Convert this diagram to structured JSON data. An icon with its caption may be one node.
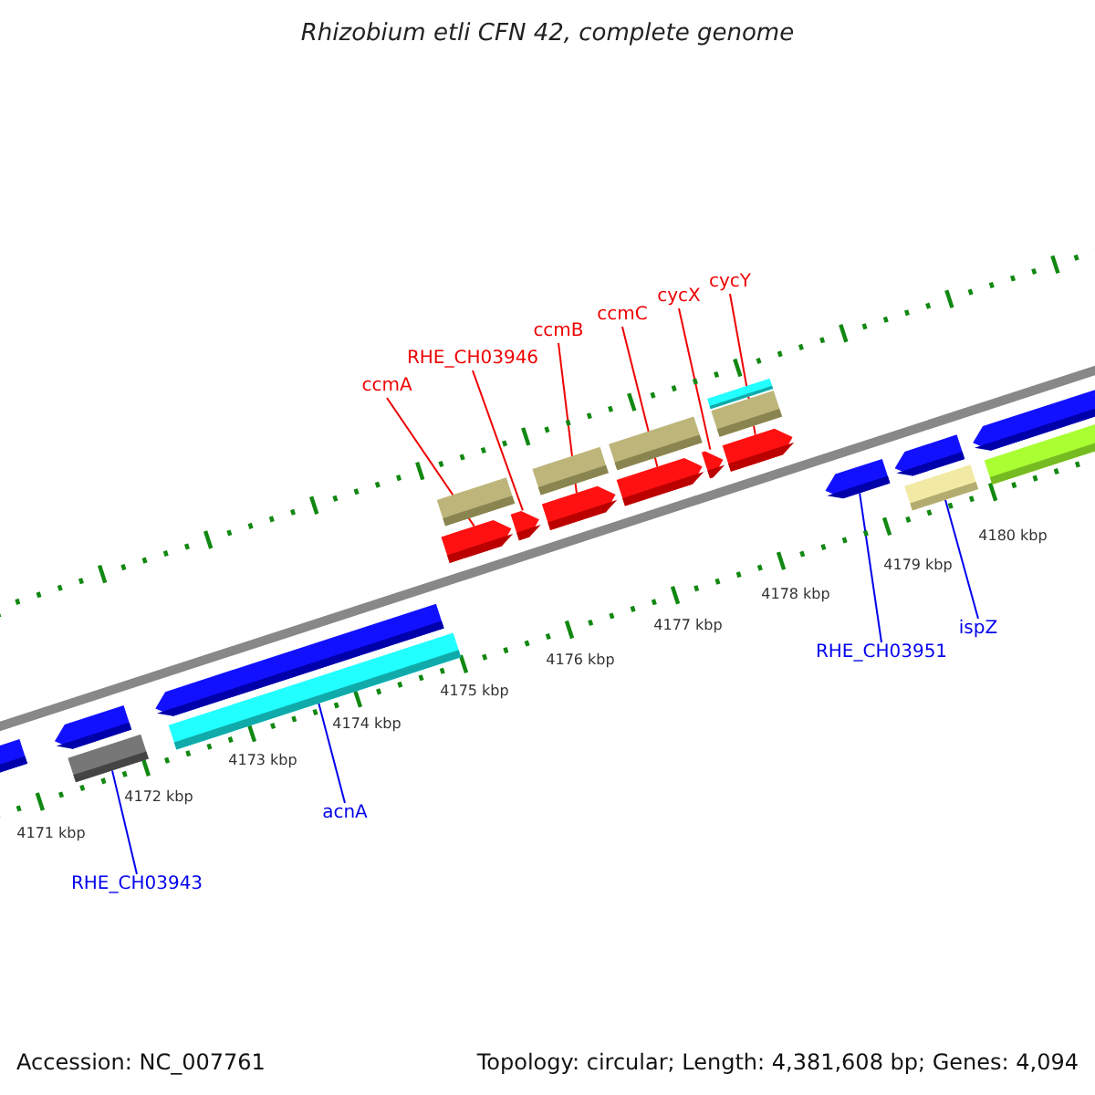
{
  "diagram": {
    "title": "Rhizobium etli CFN 42, complete genome",
    "nodes": [
      {
        "text": [
          "ccmA"
        ]
      },
      {
        "text": [
          "RHE_CH03946"
        ]
      },
      {
        "text": [
          "ccmB"
        ]
      },
      {
        "text": [
          "ccmC"
        ]
      },
      {
        "text": [
          "cycX"
        ]
      },
      {
        "text": [
          "cycY"
        ]
      },
      {
        "text": [
          "RHE_CH03943"
        ]
      },
      {
        "text": [
          "acnA"
        ]
      },
      {
        "text": [
          "RHE_CH03951"
        ]
      },
      {
        "text": [
          "ispZ"
        ]
      },
      {
        "text": [],
        "shape": "pentagon"
      },
      {
        "text": [],
        "shape": "pentagon"
      },
      {
        "text": [],
        "shape": "bar"
      },
      {
        "text": [],
        "shape": "pentagon"
      },
      {
        "text": [],
        "shape": "bar"
      },
      {
        "text": [],
        "shape": "pentagon"
      },
      {
        "text": [],
        "shape": "bar"
      },
      {
        "text": [],
        "shape": "pentagon"
      },
      {
        "text": [],
        "shape": "pentagon"
      },
      {
        "text": [],
        "shape": "bar"
      },
      {
        "text": [],
        "shape": "pentagon"
      },
      {
        "text": [],
        "shape": "bar"
      },
      {
        "text": [],
        "shape": "pentagon"
      },
      {
        "text": [],
        "shape": "pentagon"
      },
      {
        "text": [],
        "shape": "bar"
      },
      {
        "text": [],
        "shape": "bar"
      },
      {
        "text": [],
        "shape": "pentagon"
      },
      {
        "text": [],
        "shape": "pentagon"
      },
      {
        "text": [],
        "shape": "bar"
      },
      {
        "text": [],
        "shape": "pentagon"
      },
      {
        "text": [],
        "shape": "bar"
      }
    ],
    "edges": [
      {
        "from": 0,
        "to": 15,
        "arrow": "none"
      },
      {
        "from": 1,
        "to": 17,
        "arrow": "none"
      },
      {
        "from": 2,
        "to": 18,
        "arrow": "none"
      },
      {
        "from": 3,
        "to": 20,
        "arrow": "none"
      },
      {
        "from": 4,
        "to": 22,
        "arrow": "none"
      },
      {
        "from": 5,
        "to": 23,
        "arrow": "none"
      },
      {
        "from": 6,
        "to": 12,
        "arrow": "none",
        "color": "#0000ee"
      },
      {
        "from": 7,
        "to": 14,
        "arrow": "none",
        "color": "#0000ee"
      },
      {
        "from": 8,
        "to": 26,
        "arrow": "none",
        "color": "#0000ee"
      },
      {
        "from": 9,
        "to": 28,
        "arrow": "none",
        "color": "#0000ee"
      }
    ],
    "labels": [
      "4171 kbp",
      "4172 kbp",
      "4173 kbp",
      "4174 kbp",
      "4175 kbp",
      "4176 kbp",
      "4177 kbp",
      "4178 kbp",
      "4179 kbp",
      "4180 kbp",
      "Accession: NC_007761",
      "Topology: circular; Length: 4,381,608 bp; Genes: 4,094"
    ]
  }
}
